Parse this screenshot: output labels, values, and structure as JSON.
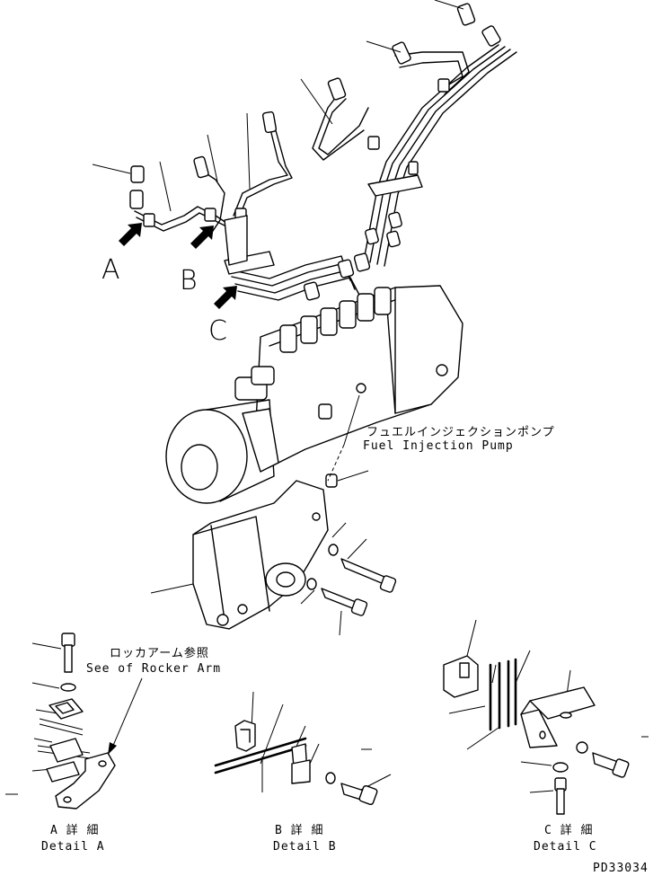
{
  "labels": {
    "pump_jp": "フュエルインジェクションポンプ",
    "pump_en": "Fuel Injection Pump",
    "rocker_jp": "ロッカアーム参照",
    "rocker_en": "See of Rocker Arm",
    "detail_a_jp": "A 詳 細",
    "detail_a_en": "Detail A",
    "detail_b_jp": "B 詳 細",
    "detail_b_en": "Detail B",
    "detail_c_jp": "C 詳 細",
    "detail_c_en": "Detail C",
    "view_a": "A",
    "view_b": "B",
    "view_c": "C",
    "drawing_no": "PD33034"
  }
}
